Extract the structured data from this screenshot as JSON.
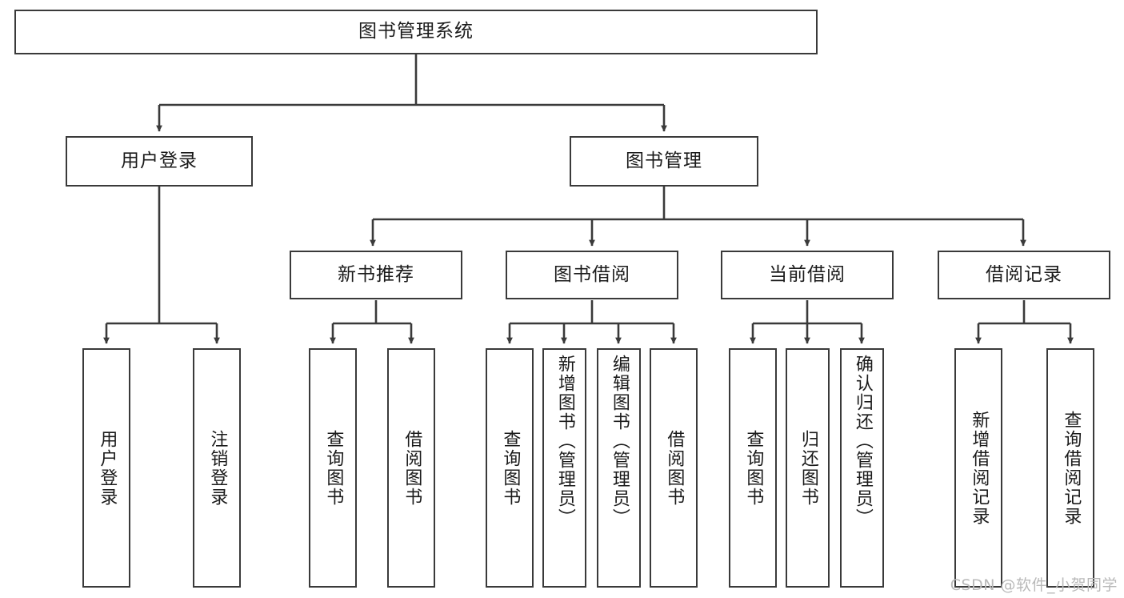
{
  "diagram": {
    "title": "图书管理系统",
    "watermark": "CSDN @软件_小贺同学",
    "colors": {
      "background": "#ffffff",
      "stroke": "#3a3a3a",
      "text": "#1b1b1b",
      "watermark": "#b9b9b9"
    },
    "levels": {
      "root": {
        "label": "图书管理系统"
      },
      "level2": [
        {
          "label": "用户登录"
        },
        {
          "label": "图书管理"
        }
      ],
      "level3": [
        {
          "label": "新书推荐"
        },
        {
          "label": "图书借阅"
        },
        {
          "label": "当前借阅"
        },
        {
          "label": "借阅记录"
        }
      ],
      "leaves": {
        "user_login": [
          {
            "label": "用户登录"
          },
          {
            "label": "注销登录"
          }
        ],
        "new_book_recommend": [
          {
            "label": "查询图书"
          },
          {
            "label": "借阅图书"
          }
        ],
        "book_borrow": [
          {
            "label": "查询图书"
          },
          {
            "label": "新增图书（管理员）"
          },
          {
            "label": "编辑图书（管理员）"
          },
          {
            "label": "借阅图书"
          }
        ],
        "current_borrow": [
          {
            "label": "查询图书"
          },
          {
            "label": "归还图书"
          },
          {
            "label": "确认归还（管理员）"
          }
        ],
        "borrow_record": [
          {
            "label": "新增借阅记录"
          },
          {
            "label": "查询借阅记录"
          }
        ]
      }
    }
  }
}
